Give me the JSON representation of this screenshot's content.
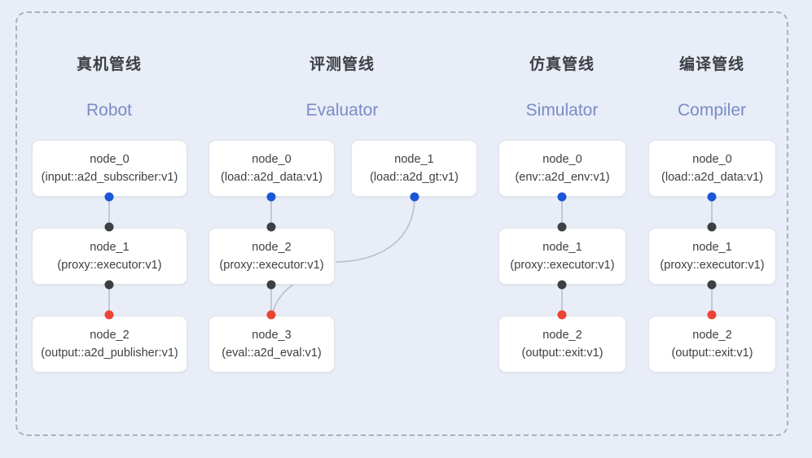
{
  "diagram": {
    "background_color": "#e8edf8",
    "frame_border_color": "#a9b0c0",
    "port_colors": {
      "input": "#1a56d6",
      "relay": "#3c4043",
      "output": "#ea4435"
    },
    "columns": [
      {
        "id": "robot",
        "title_cn": "真机管线",
        "title_en": "Robot",
        "nodes": [
          {
            "name": "node_0",
            "type": "(input::a2d_subscriber:v1)"
          },
          {
            "name": "node_1",
            "type": "(proxy::executor:v1)"
          },
          {
            "name": "node_2",
            "type": "(output::a2d_publisher:v1)"
          }
        ]
      },
      {
        "id": "evaluator",
        "title_cn": "评测管线",
        "title_en": "Evaluator",
        "nodes": [
          {
            "name": "node_0",
            "type": "(load::a2d_data:v1)"
          },
          {
            "name": "node_1",
            "type": "(load::a2d_gt:v1)"
          },
          {
            "name": "node_2",
            "type": "(proxy::executor:v1)"
          },
          {
            "name": "node_3",
            "type": "(eval::a2d_eval:v1)"
          }
        ]
      },
      {
        "id": "simulator",
        "title_cn": "仿真管线",
        "title_en": "Simulator",
        "nodes": [
          {
            "name": "node_0",
            "type": "(env::a2d_env:v1)"
          },
          {
            "name": "node_1",
            "type": "(proxy::executor:v1)"
          },
          {
            "name": "node_2",
            "type": "(output::exit:v1)"
          }
        ]
      },
      {
        "id": "compiler",
        "title_cn": "编译管线",
        "title_en": "Compiler",
        "nodes": [
          {
            "name": "node_0",
            "type": "(load::a2d_data:v1)"
          },
          {
            "name": "node_1",
            "type": "(proxy::executor:v1)"
          },
          {
            "name": "node_2",
            "type": "(output::exit:v1)"
          }
        ]
      }
    ]
  }
}
